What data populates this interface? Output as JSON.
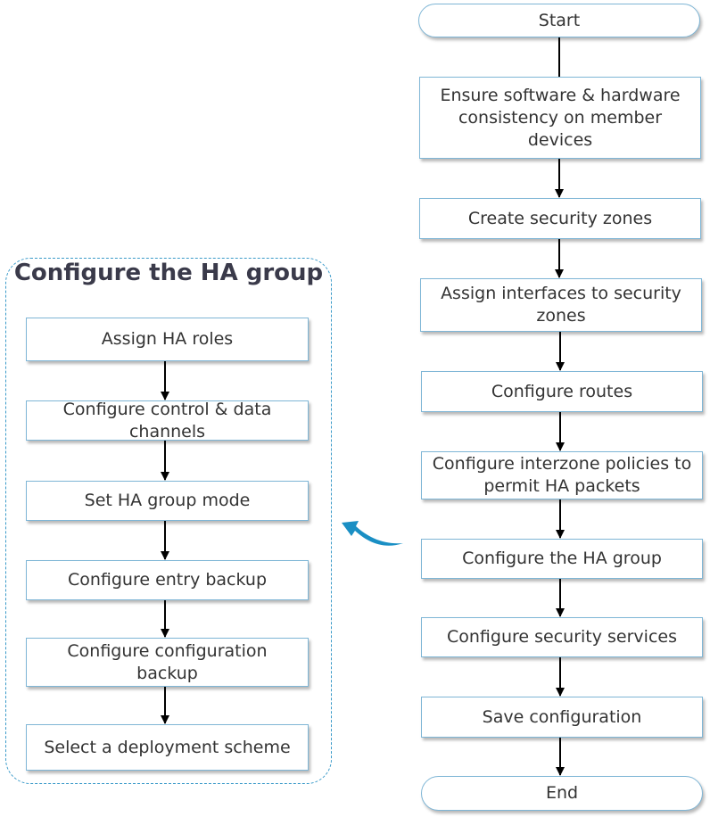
{
  "main_flow": {
    "start": "Start",
    "steps": [
      "Ensure software & hardware consistency on member devices",
      "Create security zones",
      "Assign interfaces to security zones",
      "Configure routes",
      "Configure interzone policies to permit HA packets",
      "Configure the HA group",
      "Configure security services",
      "Save configuration"
    ],
    "end": "End"
  },
  "ha_group": {
    "title": "Configure the HA group",
    "steps": [
      "Assign HA roles",
      "Configure control & data channels",
      "Set HA group mode",
      "Configure entry backup",
      "Configure configuration backup",
      "Select a deployment scheme"
    ]
  },
  "colors": {
    "box_border": "#7fb6d6",
    "group_border": "#3a9ac9",
    "callout_arrow": "#1a8fc4",
    "text": "#333333"
  }
}
